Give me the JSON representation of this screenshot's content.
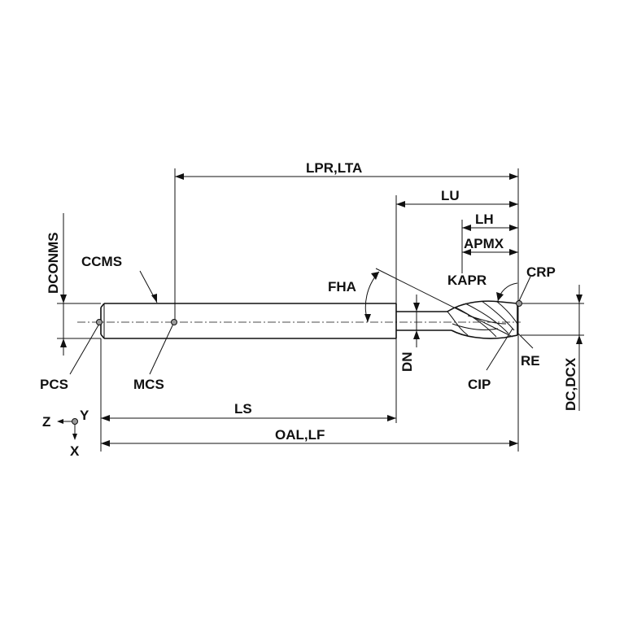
{
  "labels": {
    "lpr_lta": "LPR,LTA",
    "lu": "LU",
    "lh": "LH",
    "apmx": "APMX",
    "dconms": "DCONMS",
    "ccms": "CCMS",
    "fha": "FHA",
    "kapr": "KAPR",
    "crp": "CRP",
    "dn": "DN",
    "re": "RE",
    "pcs": "PCS",
    "mcs": "MCS",
    "cip": "CIP",
    "dc_dcx": "DC,DCX",
    "ls": "LS",
    "oal_lf": "OAL,LF",
    "axis_z": "Z",
    "axis_y": "Y",
    "axis_x": "X"
  },
  "colors": {
    "line": "#111111",
    "point_fill": "#9a9a9a",
    "background": "#ffffff"
  }
}
